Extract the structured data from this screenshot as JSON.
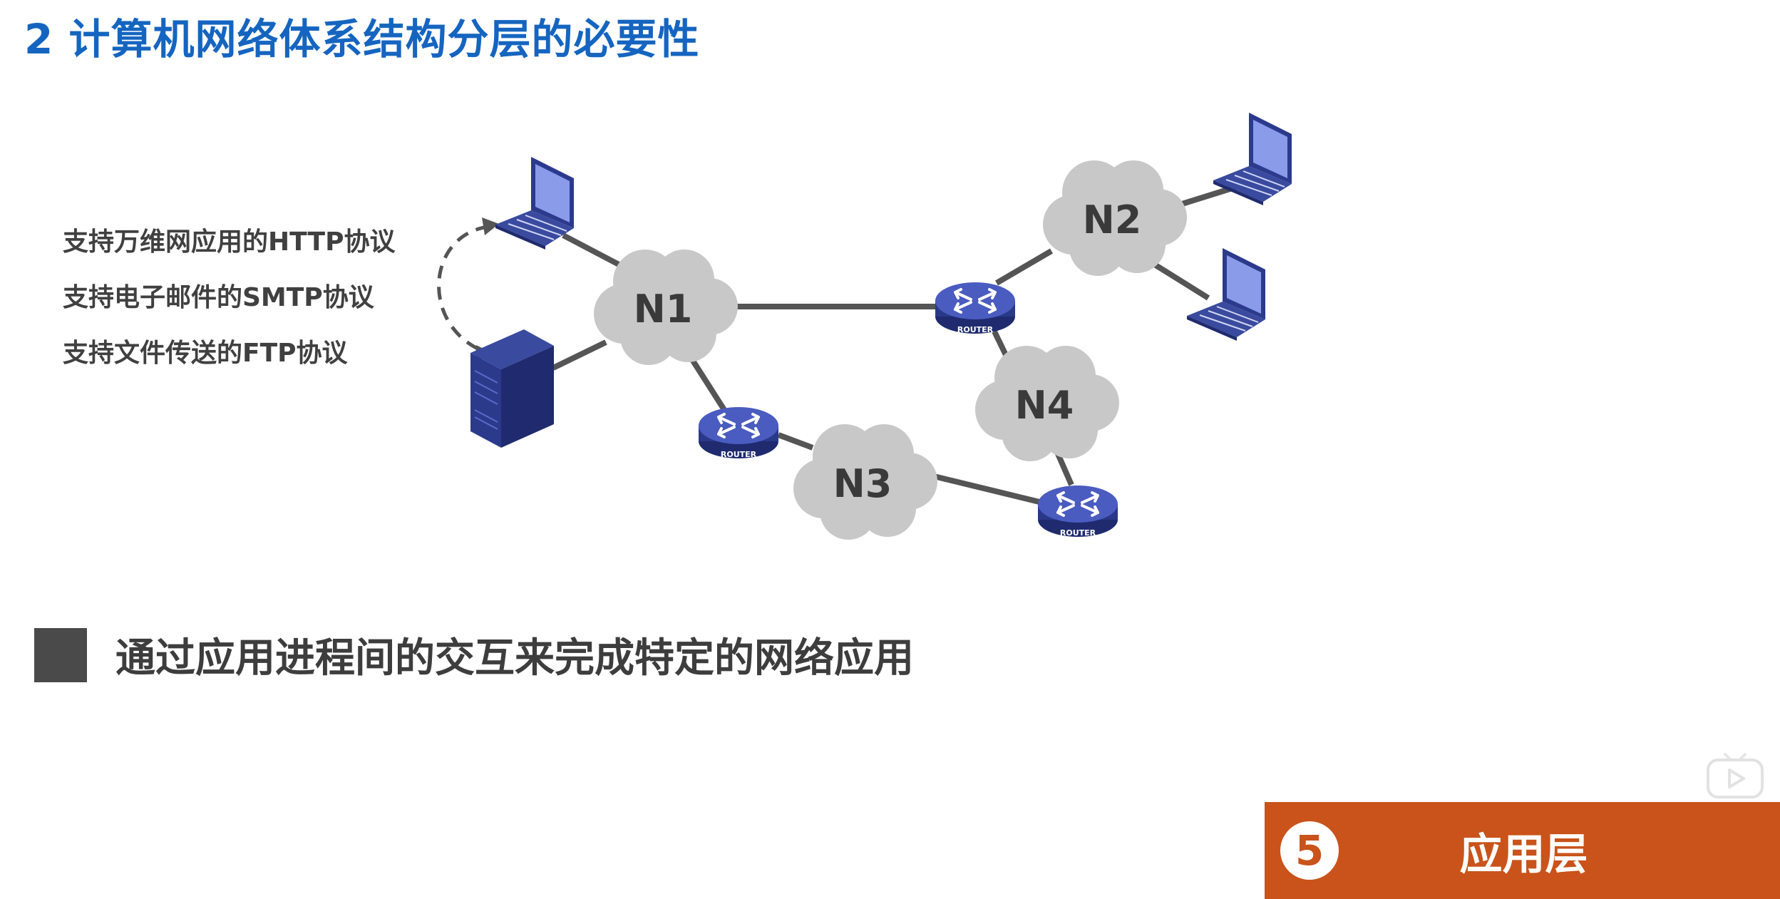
{
  "title": "2 计算机网络体系结构分层的必要性",
  "protocols": [
    "支持万维网应用的HTTP协议",
    "支持电子邮件的SMTP协议",
    "支持文件传送的FTP协议"
  ],
  "networks": {
    "n1": "N1",
    "n2": "N2",
    "n3": "N3",
    "n4": "N4"
  },
  "router_label": "ROUTER",
  "icons": [
    "laptop-icon",
    "server-icon",
    "router-icon",
    "cloud-icon",
    "play-icon"
  ],
  "bullet": "通过应用进程间的交互来完成特定的网络应用",
  "layer": {
    "number": "5",
    "name": "应用层"
  },
  "colors": {
    "title": "#1565c0",
    "accent": "#c9531a",
    "cloud": "#c8c8c8",
    "router": "#3a4a9e",
    "device": "#2c3a8c"
  }
}
